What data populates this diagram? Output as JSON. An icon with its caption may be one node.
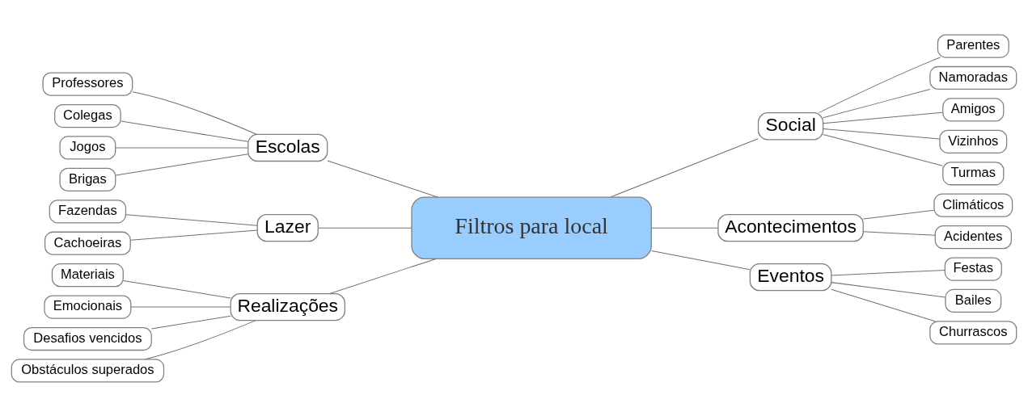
{
  "diagram": {
    "nodes": [
      {
        "text": [
          "Filtros para local"
        ]
      },
      {
        "text": [
          "Escolas"
        ]
      },
      {
        "text": [
          "Professores"
        ]
      },
      {
        "text": [
          "Colegas"
        ]
      },
      {
        "text": [
          "Jogos"
        ]
      },
      {
        "text": [
          "Brigas"
        ]
      },
      {
        "text": [
          "Lazer"
        ]
      },
      {
        "text": [
          "Fazendas"
        ]
      },
      {
        "text": [
          "Cachoeiras"
        ]
      },
      {
        "text": [
          "Realizações"
        ]
      },
      {
        "text": [
          "Materiais"
        ]
      },
      {
        "text": [
          "Emocionais"
        ]
      },
      {
        "text": [
          "Desafios vencidos"
        ]
      },
      {
        "text": [
          "Obstáculos superados"
        ]
      },
      {
        "text": [
          "Social"
        ]
      },
      {
        "text": [
          "Parentes"
        ]
      },
      {
        "text": [
          "Namoradas"
        ]
      },
      {
        "text": [
          "Amigos"
        ]
      },
      {
        "text": [
          "Vizinhos"
        ]
      },
      {
        "text": [
          "Turmas"
        ]
      },
      {
        "text": [
          "Acontecimentos"
        ]
      },
      {
        "text": [
          "Climáticos"
        ]
      },
      {
        "text": [
          "Acidentes"
        ]
      },
      {
        "text": [
          "Eventos"
        ]
      },
      {
        "text": [
          "Festas"
        ]
      },
      {
        "text": [
          "Bailes"
        ]
      },
      {
        "text": [
          "Churrascos"
        ]
      }
    ],
    "edges": [
      {
        "from": 1,
        "to": 0,
        "arrow": "none"
      },
      {
        "from": 2,
        "to": 1,
        "arrow": "none"
      },
      {
        "from": 3,
        "to": 1,
        "arrow": "none"
      },
      {
        "from": 4,
        "to": 1,
        "arrow": "none"
      },
      {
        "from": 5,
        "to": 1,
        "arrow": "none"
      },
      {
        "from": 6,
        "to": 0,
        "arrow": "none"
      },
      {
        "from": 7,
        "to": 6,
        "arrow": "none"
      },
      {
        "from": 8,
        "to": 6,
        "arrow": "none"
      },
      {
        "from": 9,
        "to": 0,
        "arrow": "none"
      },
      {
        "from": 10,
        "to": 9,
        "arrow": "none"
      },
      {
        "from": 11,
        "to": 9,
        "arrow": "none"
      },
      {
        "from": 12,
        "to": 9,
        "arrow": "none"
      },
      {
        "from": 13,
        "to": 9,
        "arrow": "none"
      },
      {
        "from": 0,
        "to": 14,
        "arrow": "none"
      },
      {
        "from": 14,
        "to": 15,
        "arrow": "none"
      },
      {
        "from": 14,
        "to": 16,
        "arrow": "none"
      },
      {
        "from": 14,
        "to": 17,
        "arrow": "none"
      },
      {
        "from": 14,
        "to": 18,
        "arrow": "none"
      },
      {
        "from": 14,
        "to": 19,
        "arrow": "none"
      },
      {
        "from": 0,
        "to": 20,
        "arrow": "none"
      },
      {
        "from": 20,
        "to": 21,
        "arrow": "none"
      },
      {
        "from": 20,
        "to": 22,
        "arrow": "none"
      },
      {
        "from": 0,
        "to": 23,
        "arrow": "none"
      },
      {
        "from": 23,
        "to": 24,
        "arrow": "none"
      },
      {
        "from": 23,
        "to": 25,
        "arrow": "none"
      },
      {
        "from": 23,
        "to": 26,
        "arrow": "none"
      }
    ]
  }
}
